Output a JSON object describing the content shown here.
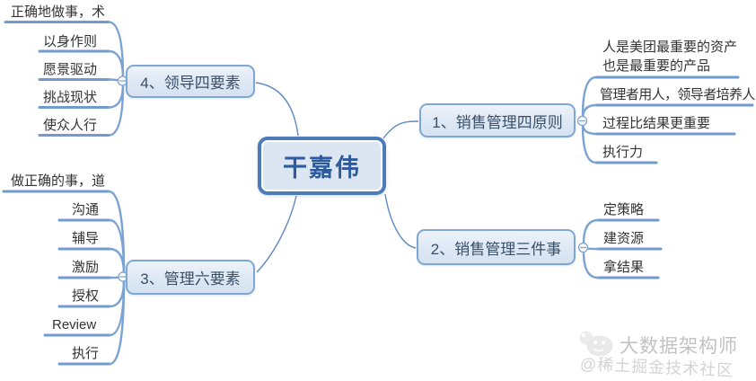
{
  "root": {
    "label": "干嘉伟"
  },
  "branches": [
    {
      "label": "1、销售管理四原则",
      "children": [
        {
          "text": "人是美团最重要的资产\n也是最重要的产品"
        },
        {
          "text": "管理者用人，领导者培养人"
        },
        {
          "text": "过程比结果更重要"
        },
        {
          "text": "执行力"
        }
      ]
    },
    {
      "label": "2、销售管理三件事",
      "children": [
        {
          "text": "定策略"
        },
        {
          "text": "建资源"
        },
        {
          "text": "拿结果"
        }
      ]
    },
    {
      "label": "3、管理六要素",
      "children": [
        {
          "text": "做正确的事，道"
        },
        {
          "text": "沟通"
        },
        {
          "text": "辅导"
        },
        {
          "text": "激励"
        },
        {
          "text": "授权"
        },
        {
          "text": "Review"
        },
        {
          "text": "执行"
        }
      ]
    },
    {
      "label": "4、领导四要素",
      "children": [
        {
          "text": "正确地做事，术"
        },
        {
          "text": "以身作则"
        },
        {
          "text": "愿景驱动"
        },
        {
          "text": "挑战现状"
        },
        {
          "text": "使众人行"
        }
      ]
    }
  ],
  "watermark": {
    "brand": "大数据架构师",
    "community": "@稀土掘金技术社区"
  },
  "icons": {
    "collapse_button": "minus-circle",
    "watermark_logo": "cloud-mascot"
  },
  "colors": {
    "node_border": "#7fa7d6",
    "node_fill": "#dde8f5",
    "node_text": "#3a4f66",
    "center_border": "#4d7ab8",
    "center_fill": "#dce6f2",
    "center_text": "#2e5b9e",
    "leaf_line": "#6f9bce",
    "connector": "#5f89c0",
    "leaf_text": "#333333",
    "watermark_text": "#c2c2c2"
  }
}
